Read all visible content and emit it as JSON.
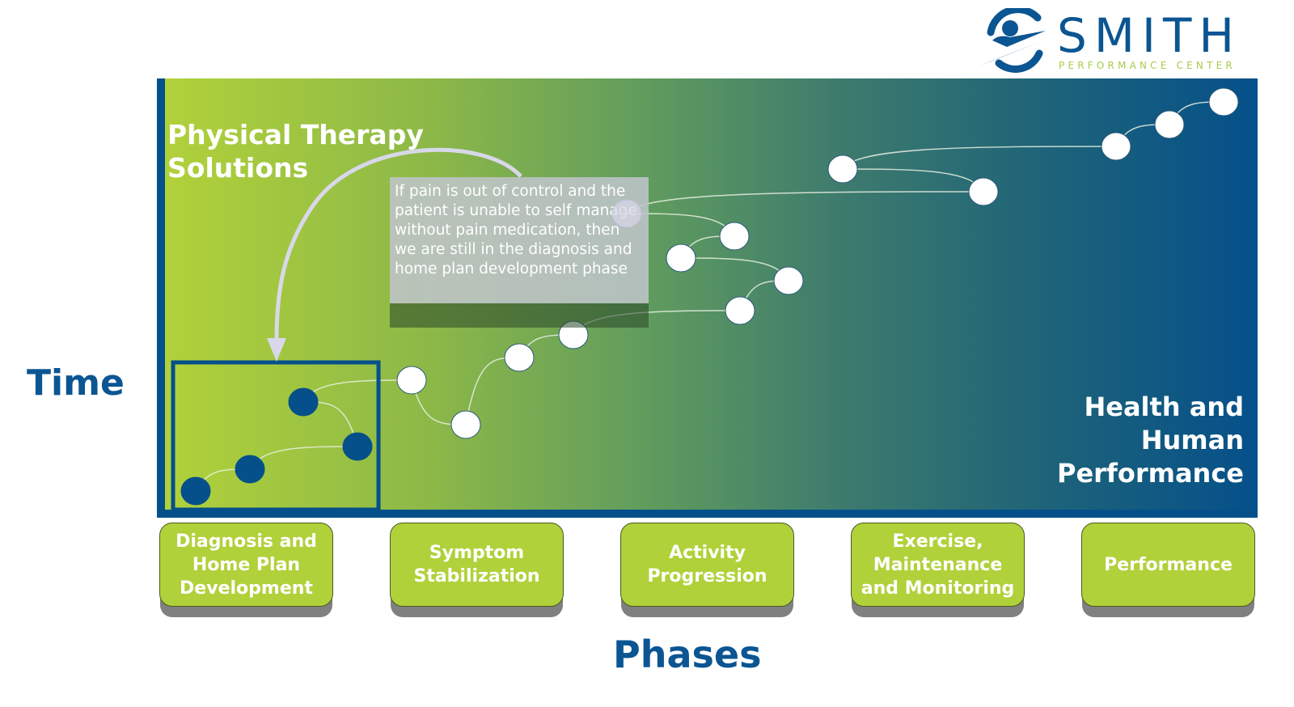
{
  "logo": {
    "name": "SMITH",
    "tagline": "PERFORMANCE CENTER",
    "icon": "runner-swoosh-icon",
    "colors": {
      "primary": "#0b5592",
      "accent": "#a8cc4a"
    }
  },
  "panel": {
    "left_title": "Physical Therapy\nSolutions",
    "right_title": "Health and\nHuman\nPerformance",
    "gradient": {
      "start": "#b2d23a",
      "end": "#05508a"
    },
    "border_color": "#05508a"
  },
  "callout": {
    "text": "If pain is out of control and the patient is unable to self manage without pain medication, then we are still in the diagnosis and home plan development phase",
    "shadow_text": "development phase",
    "arrow_target": "Diagnosis and Home Plan Development"
  },
  "axes": {
    "y_label": "Time",
    "x_label": "Phases"
  },
  "phases": [
    {
      "label": "Diagnosis and\nHome Plan\nDevelopment"
    },
    {
      "label": "Symptom\nStabilization"
    },
    {
      "label": "Activity\nProgression"
    },
    {
      "label": "Exercise,\nMaintenance\nand Monitoring"
    },
    {
      "label": "Performance"
    }
  ],
  "journey": {
    "highlight_phase": "Diagnosis and Home Plan Development",
    "node_colors": {
      "completed": "#05508a",
      "upcoming": "#ffffff",
      "faded": "#d6d6e6"
    },
    "nodes": [
      {
        "step": 1,
        "state": "completed"
      },
      {
        "step": 2,
        "state": "completed"
      },
      {
        "step": 3,
        "state": "completed"
      },
      {
        "step": 4,
        "state": "completed"
      },
      {
        "step": 5,
        "state": "upcoming"
      },
      {
        "step": 6,
        "state": "upcoming"
      },
      {
        "step": 7,
        "state": "upcoming"
      },
      {
        "step": 8,
        "state": "upcoming"
      },
      {
        "step": 9,
        "state": "upcoming"
      },
      {
        "step": 10,
        "state": "upcoming"
      },
      {
        "step": 11,
        "state": "upcoming"
      },
      {
        "step": 12,
        "state": "upcoming"
      },
      {
        "step": 13,
        "state": "faded"
      },
      {
        "step": 14,
        "state": "upcoming"
      },
      {
        "step": 15,
        "state": "upcoming"
      },
      {
        "step": 16,
        "state": "upcoming"
      },
      {
        "step": 17,
        "state": "upcoming"
      },
      {
        "step": 18,
        "state": "upcoming"
      }
    ]
  }
}
